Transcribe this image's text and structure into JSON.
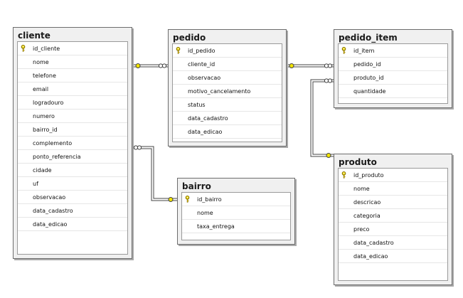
{
  "tables": {
    "cliente": {
      "name": "cliente",
      "columns": [
        "id_cliente",
        "nome",
        "telefone",
        "email",
        "logradouro",
        "numero",
        "bairro_id",
        "complemento",
        "ponto_referencia",
        "cidade",
        "uf",
        "observacao",
        "data_cadastro",
        "data_edicao"
      ],
      "pk": "id_cliente"
    },
    "pedido": {
      "name": "pedido",
      "columns": [
        "id_pedido",
        "cliente_id",
        "observacao",
        "motivo_cancelamento",
        "status",
        "data_cadastro",
        "data_edicao"
      ],
      "pk": "id_pedido"
    },
    "pedido_item": {
      "name": "pedido_item",
      "columns": [
        "id_item",
        "pedido_id",
        "produto_id",
        "quantidade"
      ],
      "pk": "id_item"
    },
    "bairro": {
      "name": "bairro",
      "columns": [
        "id_bairro",
        "nome",
        "taxa_entrega"
      ],
      "pk": "id_bairro"
    },
    "produto": {
      "name": "produto",
      "columns": [
        "id_produto",
        "nome",
        "descricao",
        "categoria",
        "preco",
        "data_cadastro",
        "data_edicao"
      ],
      "pk": "id_produto"
    }
  },
  "relationships": [
    {
      "from": "pedido",
      "to": "cliente",
      "label": ""
    },
    {
      "from": "pedido_item",
      "to": "pedido",
      "label": ""
    },
    {
      "from": "pedido_item",
      "to": "produto",
      "label": ""
    },
    {
      "from": "cliente",
      "to": "bairro",
      "label": ""
    }
  ],
  "colors": {
    "table_border": "#6d6d6d",
    "line": "#444444",
    "key_gold": "#e8d000"
  }
}
